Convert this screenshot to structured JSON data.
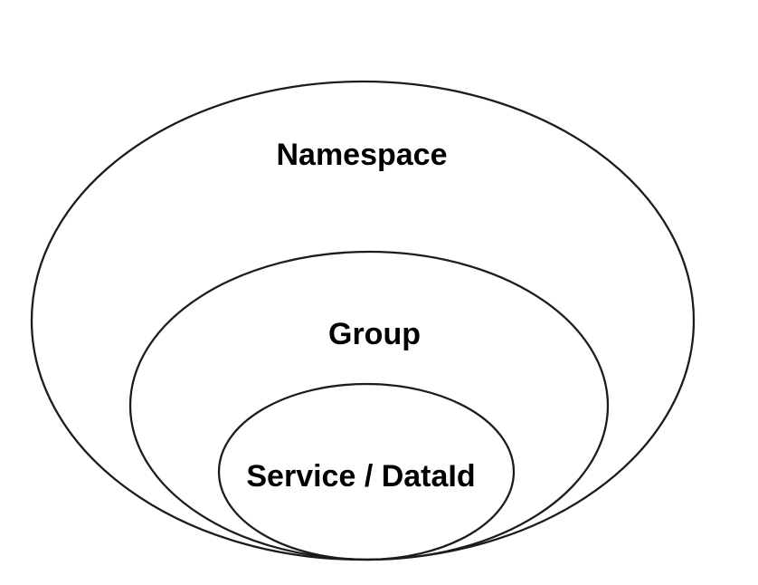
{
  "diagram": {
    "type": "nested-ellipses",
    "description": "Containment hierarchy of three concentric ellipses sharing a common bottom tangent point",
    "background_color": "#ffffff",
    "stroke_color": "#1c1c1c",
    "text_color": "#000000",
    "levels": [
      {
        "label": "Namespace"
      },
      {
        "label": "Group"
      },
      {
        "label": "Service / DataId"
      }
    ]
  }
}
